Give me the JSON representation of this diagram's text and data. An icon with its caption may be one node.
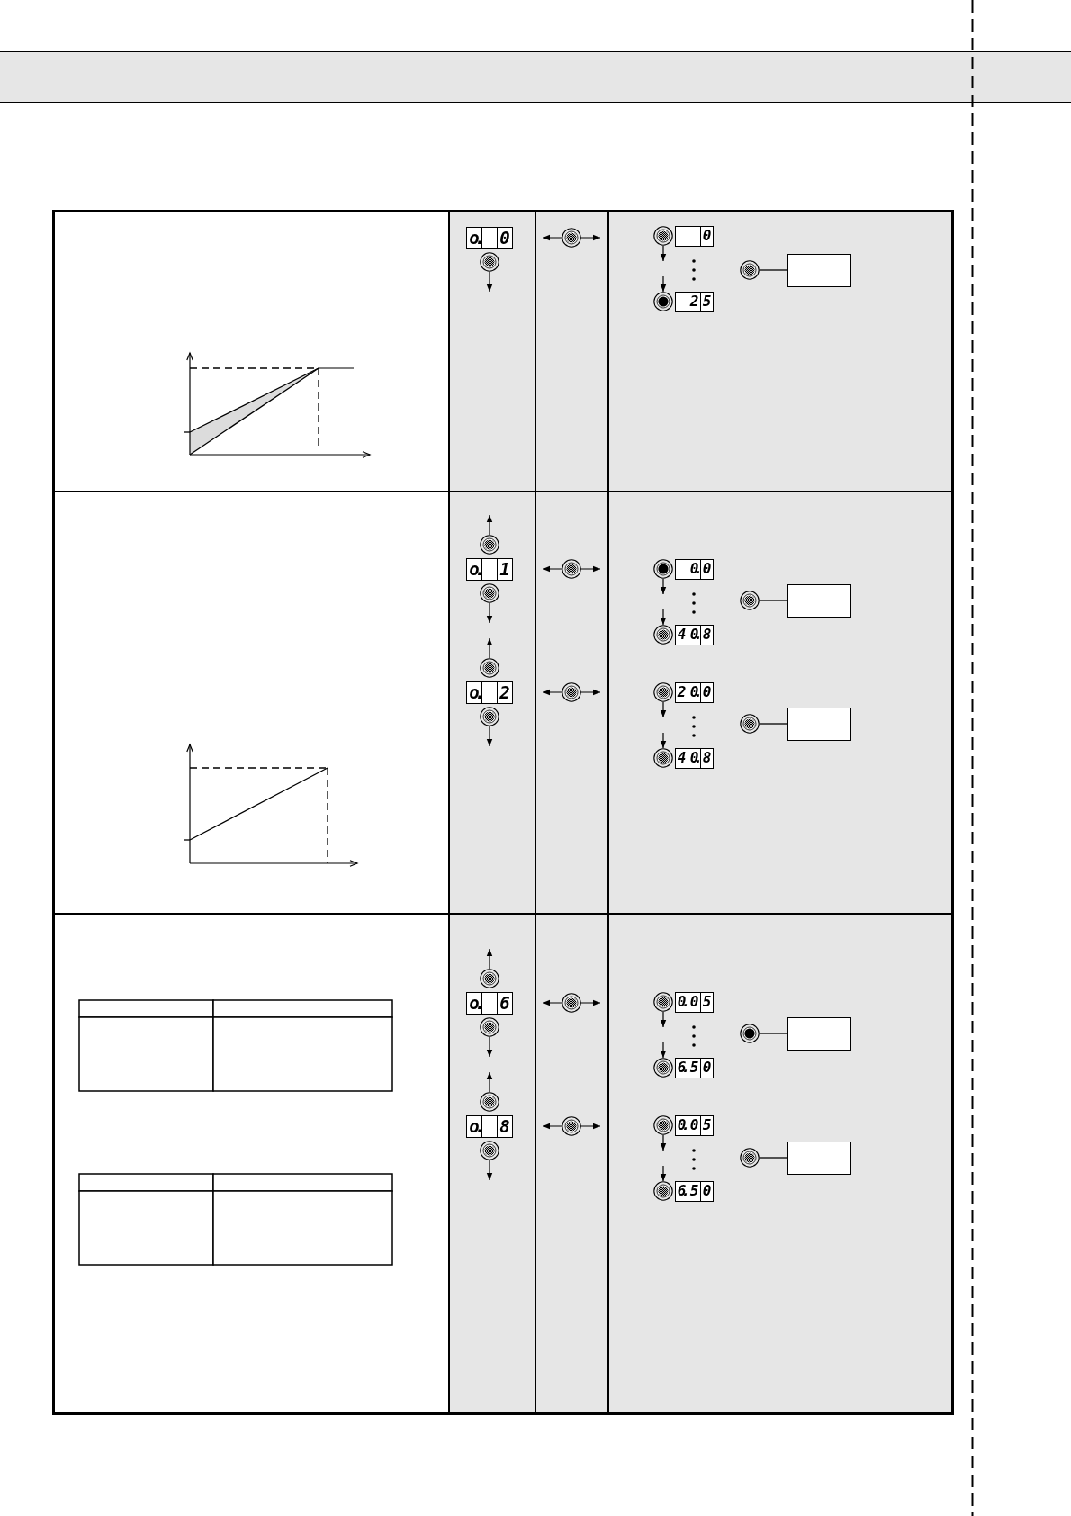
{
  "diagram": {
    "nodes": [
      {
        "text": [
          "o. 0"
        ]
      },
      {
        "text": [
          "0"
        ]
      },
      {
        "text": [],
        "shape": "circle"
      },
      {
        "text": [],
        "shape": "box"
      },
      {
        "text": [
          "25"
        ]
      },
      {
        "text": [
          "o. 1"
        ]
      },
      {
        "text": [
          "0.0"
        ]
      },
      {
        "text": [],
        "shape": "circle"
      },
      {
        "text": [],
        "shape": "box"
      },
      {
        "text": [
          "40.8"
        ]
      },
      {
        "text": [
          "o. 2"
        ]
      },
      {
        "text": [
          "20.0"
        ]
      },
      {
        "text": [],
        "shape": "circle"
      },
      {
        "text": [],
        "shape": "box"
      },
      {
        "text": [
          "40.8"
        ]
      },
      {
        "text": [
          "o. 6"
        ]
      },
      {
        "text": [
          "0.05"
        ]
      },
      {
        "text": [],
        "shape": "circle"
      },
      {
        "text": [],
        "shape": "box"
      },
      {
        "text": [
          "6.50"
        ]
      },
      {
        "text": [
          "o. 8"
        ]
      },
      {
        "text": [
          "0.05"
        ]
      },
      {
        "text": [],
        "shape": "circle"
      },
      {
        "text": [],
        "shape": "box"
      },
      {
        "text": [
          "6.50"
        ]
      }
    ],
    "edges": [
      {
        "from": 2,
        "to": 3,
        "arrow": "none"
      },
      {
        "from": 7,
        "to": 8,
        "arrow": "none"
      },
      {
        "from": 12,
        "to": 13,
        "arrow": "none"
      },
      {
        "from": 17,
        "to": 18,
        "arrow": "none"
      },
      {
        "from": 22,
        "to": 23,
        "arrow": "none"
      }
    ]
  }
}
